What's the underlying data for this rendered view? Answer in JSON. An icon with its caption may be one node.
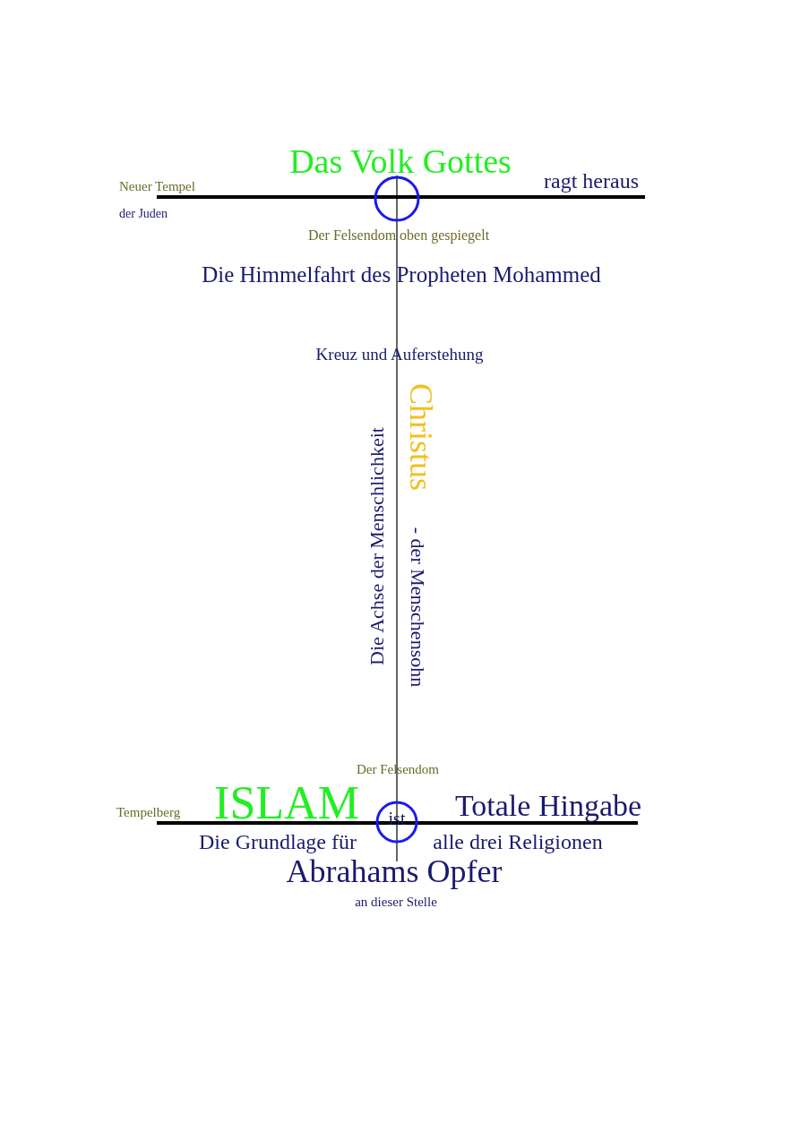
{
  "diagram": {
    "nodes": [
      {
        "text": [],
        "shape": "circle"
      },
      {
        "text": [
          "ist"
        ]
      }
    ],
    "edges": [],
    "labels": [
      "Das Volk Gottes",
      "Neuer Tempel",
      "ragt heraus",
      "der Juden",
      "Der Felsendom oben gespiegelt",
      "Die Himmelfahrt des Propheten Mohammed",
      "Kreuz und Auferstehung",
      "Die Achse der Menschlichkeit",
      "Christus",
      "- der Menschensohn",
      "Der Felsendom",
      "Tempelberg",
      "ISLAM",
      "Totale Hingabe",
      "Die Grundlage für",
      "alle drei Religionen",
      "Abrahams Opfer",
      "an dieser Stelle"
    ]
  }
}
